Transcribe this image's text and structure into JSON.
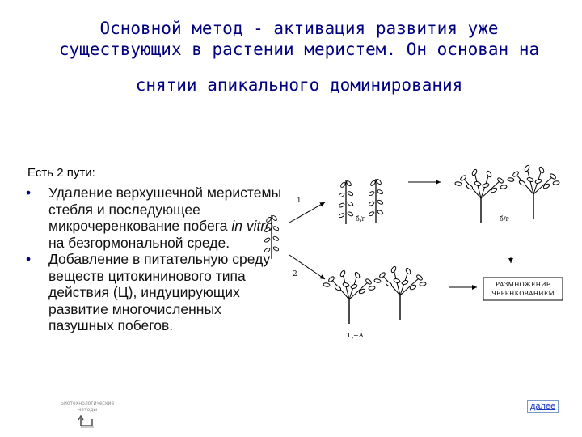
{
  "title": {
    "line1": "Основной метод - активация развития уже",
    "line2": "существующих в растении меристем. Он основан на",
    "line3": "снятии апикального доминирования"
  },
  "intro": "Есть 2 пути:",
  "bullets": [
    {
      "parts": [
        "Удаление верхушечной меристемы стебля и последующее микрочеренкование побега ",
        "in vitro",
        " на безгормональной среде."
      ]
    },
    {
      "parts": [
        "Добавление в питательную среду веществ цитокининового типа действия (Ц), индуцирующих развитие многочисленных пазушных побегов."
      ]
    }
  ],
  "figure": {
    "label_path1": "1",
    "label_path2": "2",
    "label_bg1": "б/г",
    "label_bg2": "б/г",
    "label_c": "Ц+А",
    "box_line1": "РАЗМНОЖЕНИЕ",
    "box_line2": "ЧЕРЕНКОВАНИЕМ"
  },
  "nav": {
    "back_label": "Биотехнологические методы",
    "next_label": "далее"
  },
  "icons": {
    "back": "return-arrow-icon",
    "bullet": "bullet-dot-icon"
  },
  "colors": {
    "title": "#000080",
    "link": "#1a37c4"
  }
}
